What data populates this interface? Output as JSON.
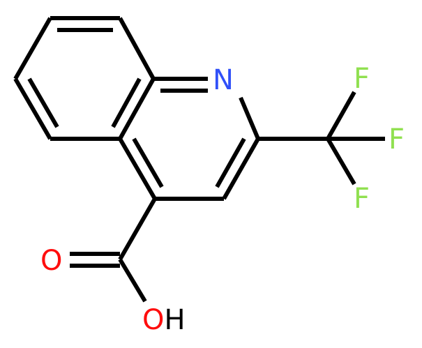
{
  "molecule": {
    "atoms": {
      "nitrogen": "N",
      "fluorine_top": "F",
      "fluorine_middle": "F",
      "fluorine_bottom": "F",
      "carbonyl_oxygen": "O",
      "hydroxyl": "OH"
    }
  },
  "colors": {
    "bond": "#000000",
    "nitrogen": "#3050f8",
    "fluorine": "#90e050",
    "oxygen": "#ff0d0d",
    "hydroxyl_hydrogen": "#000000"
  }
}
